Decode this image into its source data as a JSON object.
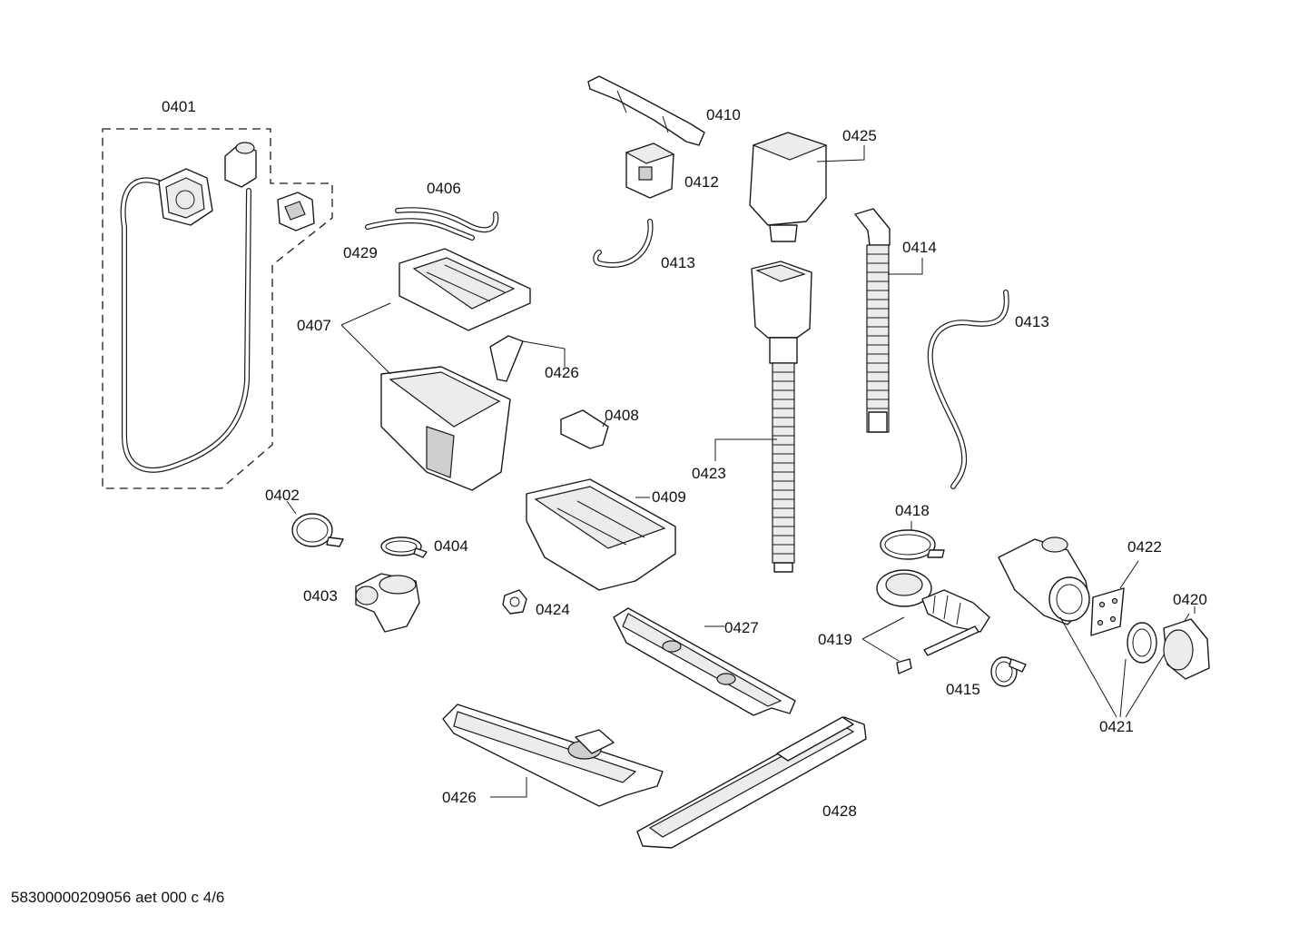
{
  "diagram": {
    "labels": {
      "p0401": "0401",
      "p0402": "0402",
      "p0403": "0403",
      "p0404": "0404",
      "p0406": "0406",
      "p0407": "0407",
      "p0408": "0408",
      "p0409": "0409",
      "p0410": "0410",
      "p0412": "0412",
      "p0413a": "0413",
      "p0413b": "0413",
      "p0414": "0414",
      "p0415": "0415",
      "p0418": "0418",
      "p0419": "0419",
      "p0420": "0420",
      "p0421": "0421",
      "p0422": "0422",
      "p0423": "0423",
      "p0424": "0424",
      "p0425": "0425",
      "p0426a": "0426",
      "p0426b": "0426",
      "p0427": "0427",
      "p0428": "0428",
      "p0429": "0429"
    }
  },
  "footer": {
    "document_code": "58300000209056 aet 000 c 4/6"
  }
}
